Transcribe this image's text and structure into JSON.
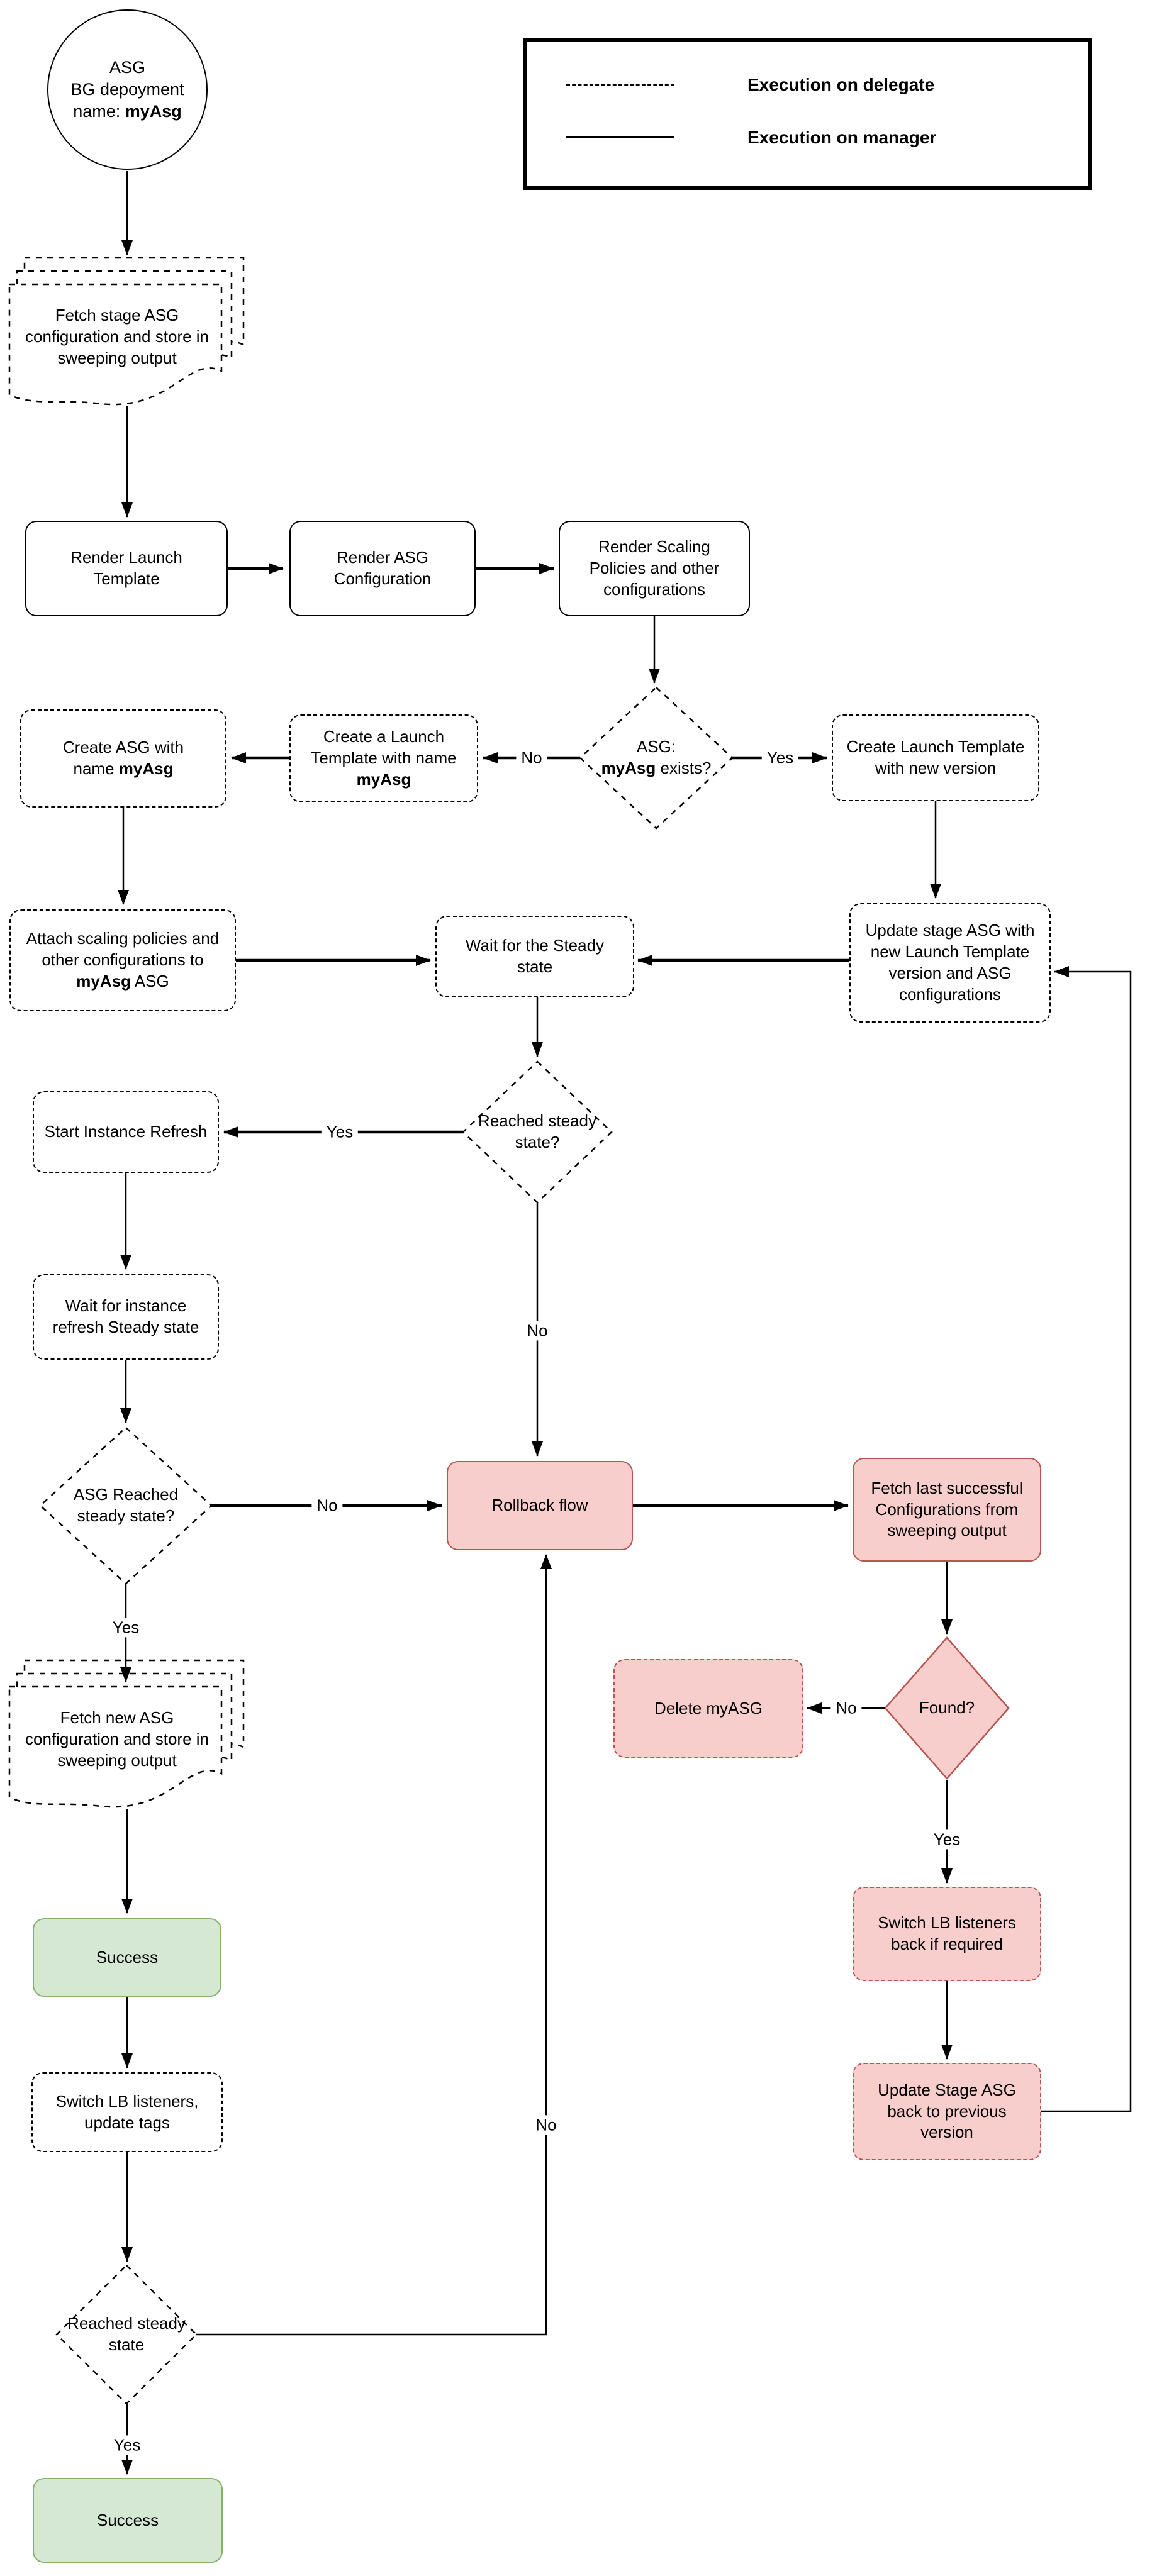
{
  "legend": {
    "delegate_label": "Execution on delegate",
    "manager_label": "Execution on manager"
  },
  "colors": {
    "danger_fill": "#F8CECC",
    "danger_stroke": "#B85450",
    "success_fill": "#D5E8D4",
    "success_stroke": "#82B366",
    "line": "#000000"
  },
  "nodes": {
    "start": {
      "line1": "ASG",
      "line2": "BG depoyment",
      "line3_prefix": "name: ",
      "line3_bold": "myAsg"
    },
    "fetch_stage": {
      "label": "Fetch stage ASG configuration and store in sweeping output"
    },
    "render_launch": {
      "label": "Render Launch Template"
    },
    "render_asg": {
      "label": "Render ASG Configuration"
    },
    "render_scaling": {
      "label": "Render Scaling Policies and other configurations"
    },
    "asg_exists": {
      "prefix": "ASG:",
      "bold": "myAsg",
      "suffix": " exists?"
    },
    "create_launch_new": {
      "label": "Create Launch Template with new version"
    },
    "create_launch_tpl": {
      "prefix": "Create a Launch Template with name ",
      "bold": "myAsg"
    },
    "create_asg": {
      "prefix": "Create ASG with name ",
      "bold": "myAsg"
    },
    "attach_policies": {
      "prefix": "Attach scaling policies and other configurations to ",
      "bold": "myAsg",
      "suffix": " ASG"
    },
    "wait_steady": {
      "label": "Wait for the Steady state"
    },
    "update_stage": {
      "label": "Update stage ASG with new Launch Template version and ASG configurations"
    },
    "reached1": {
      "label": "Reached steady state?"
    },
    "start_refresh": {
      "label": "Start Instance Refresh"
    },
    "wait_refresh": {
      "label": "Wait for instance refresh Steady state"
    },
    "asg_reached": {
      "label": "ASG Reached steady state?"
    },
    "rollback": {
      "label": "Rollback flow"
    },
    "fetch_last": {
      "label": "Fetch last successful Configurations from sweeping output"
    },
    "found": {
      "label": "Found?"
    },
    "delete_myasg": {
      "label": "Delete myASG"
    },
    "fetch_new": {
      "label": "Fetch new ASG configuration and store in sweeping output"
    },
    "success1": {
      "label": "Success"
    },
    "switch_lb": {
      "label": "Switch LB listeners, update tags"
    },
    "switch_lb_back": {
      "label": "Switch LB listeners back if required"
    },
    "update_stage_back": {
      "label": "Update Stage ASG back to previous version"
    },
    "reached2": {
      "label": "Reached steady state"
    },
    "success2": {
      "label": "Success"
    }
  },
  "edge_labels": {
    "exists_no": "No",
    "exists_yes": "Yes",
    "reached1_yes": "Yes",
    "reached1_no": "No",
    "asg_reached_no": "No",
    "asg_reached_yes": "Yes",
    "found_no": "No",
    "found_yes": "Yes",
    "loop_no": "No",
    "reached2_yes": "Yes"
  }
}
